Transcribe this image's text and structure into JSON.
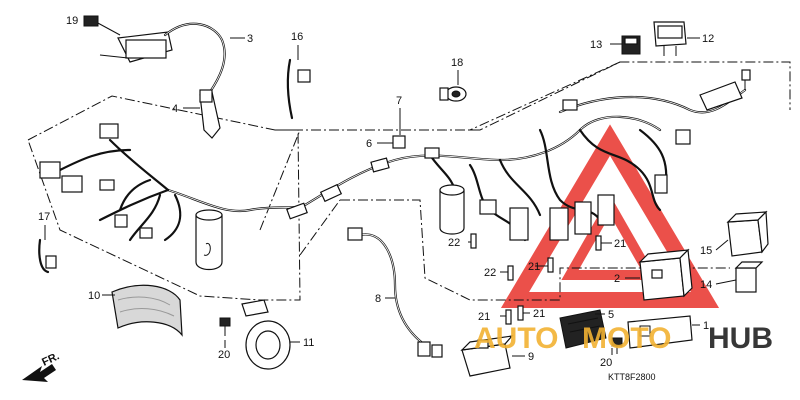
{
  "diagram": {
    "drawing_code": "KTT8F2800",
    "front_arrow_label": "FR.",
    "callouts": {
      "c1": "1",
      "c2": "2",
      "c3": "3",
      "c4": "4",
      "c5": "5",
      "c6": "6",
      "c7": "7",
      "c8": "8",
      "c9": "9",
      "c10": "10",
      "c11": "11",
      "c12": "12",
      "c13": "13",
      "c14": "14",
      "c15": "15",
      "c16": "16",
      "c17": "17",
      "c18": "18",
      "c19": "19",
      "c20a": "20",
      "c20b": "20",
      "c21a": "21",
      "c21b": "21",
      "c21c": "21",
      "c21d": "21",
      "c22a": "22",
      "c22b": "22"
    }
  },
  "watermark": {
    "part1": "AUTO",
    "part2": "MOTO",
    "part3": "HUB",
    "colors": {
      "triangle": "#e8322b",
      "auto": "#f2b233",
      "moto": "#f2b233",
      "hub": "#222222"
    }
  }
}
